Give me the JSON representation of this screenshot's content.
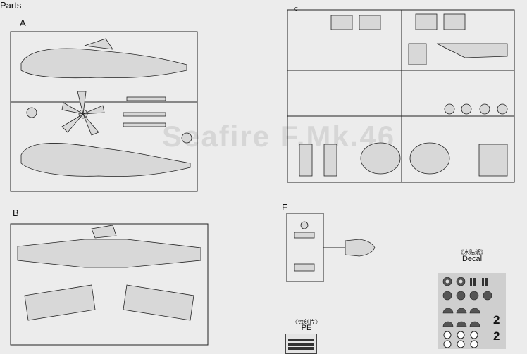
{
  "page_title": "Parts",
  "sprues": {
    "a": {
      "label": "A"
    },
    "b": {
      "label": "B"
    },
    "c": {
      "label": "C"
    },
    "f": {
      "label": "F"
    }
  },
  "decal": {
    "label_cn": "《水贴纸》",
    "label": "Decal",
    "numbers": [
      "2",
      "2"
    ]
  },
  "pe": {
    "label_cn": "《蚀刻片》",
    "label": "PE"
  }
}
